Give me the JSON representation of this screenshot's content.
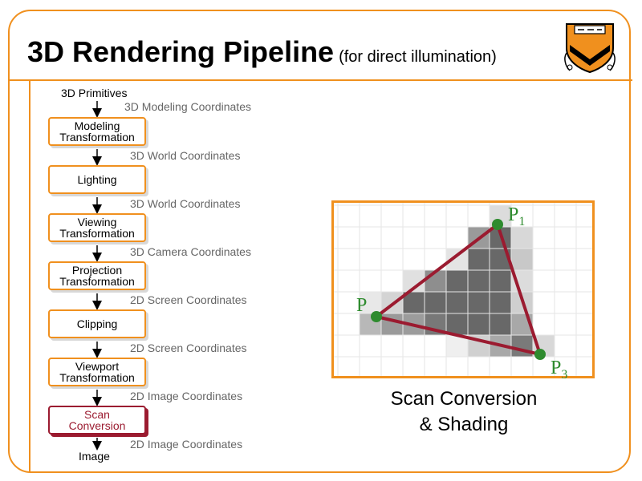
{
  "title": {
    "main": "3D Rendering Pipeline",
    "subtitle": "(for direct illumination)"
  },
  "pipeline": {
    "input": "3D Primitives",
    "output": "Image",
    "stages": [
      {
        "line1": "Modeling",
        "line2": "Transformation"
      },
      {
        "line1": "Lighting",
        "line2": ""
      },
      {
        "line1": "Viewing",
        "line2": "Transformation"
      },
      {
        "line1": "Projection",
        "line2": "Transformation"
      },
      {
        "line1": "Clipping",
        "line2": ""
      },
      {
        "line1": "Viewport",
        "line2": "Transformation"
      },
      {
        "line1": "Scan",
        "line2": "Conversion"
      }
    ],
    "coordinates": [
      "3D Modeling Coordinates",
      "3D World Coordinates",
      "3D World Coordinates",
      "3D Camera Coordinates",
      "2D Screen Coordinates",
      "2D Screen Coordinates",
      "2D Image Coordinates",
      "2D Image Coordinates"
    ]
  },
  "figure": {
    "points": [
      {
        "letter": "P",
        "subscript": "1"
      },
      {
        "letter": "P",
        "subscript": ""
      },
      {
        "letter": "P",
        "subscript": "3"
      }
    ],
    "caption_line1": "Scan Conversion",
    "caption_line2": "& Shading"
  },
  "colors": {
    "accent": "#f0901e",
    "highlight": "#9b1b30",
    "vertex": "#2e8b2e",
    "coord_text": "#666666"
  }
}
